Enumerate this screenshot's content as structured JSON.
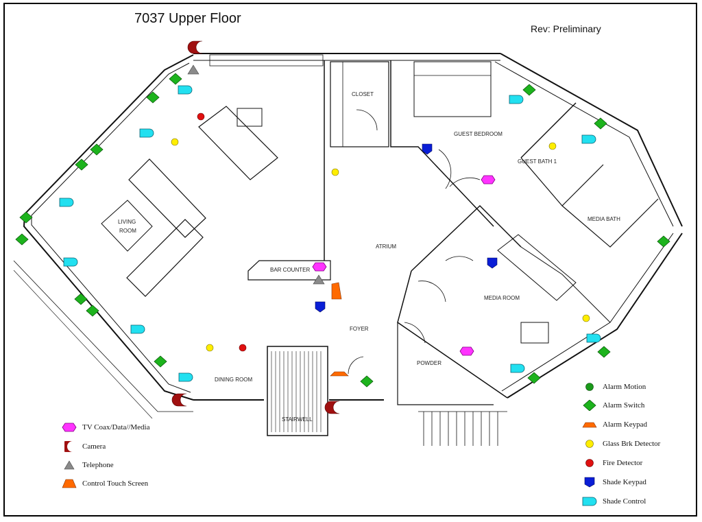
{
  "title": "7037 Upper Floor",
  "revision": "Rev: Preliminary",
  "rooms": {
    "living_room_1": "LIVING",
    "living_room_2": "ROOM",
    "closet": "CLOSET",
    "guest_bedroom": "GUEST BEDROOM",
    "guest_bath": "GUEST BATH 1",
    "media_bath": "MEDIA BATH",
    "atrium": "ATRIUM",
    "bar_counter": "BAR COUNTER",
    "media_room": "MEDIA ROOM",
    "foyer": "FOYER",
    "powder": "POWDER",
    "dining_room": "DINING ROOM",
    "stairwell": "STAIRWELL"
  },
  "legend_left": [
    {
      "label": "TV Coax/Data//Media",
      "icon": "tv-coax-icon",
      "color": "#ff33ff"
    },
    {
      "label": "Camera",
      "icon": "camera-icon",
      "color": "#a01010"
    },
    {
      "label": "Telephone",
      "icon": "telephone-icon",
      "color": "#8a8a8a"
    },
    {
      "label": "Control Touch Screen",
      "icon": "touch-screen-icon",
      "color": "#ff6a00"
    }
  ],
  "legend_right": [
    {
      "label": "Alarm Motion",
      "icon": "alarm-motion-icon",
      "color": "#1a9a1a"
    },
    {
      "label": "Alarm Switch",
      "icon": "alarm-switch-icon",
      "color": "#1db31d"
    },
    {
      "label": "Alarm Keypad",
      "icon": "alarm-keypad-icon",
      "color": "#ff6a00"
    },
    {
      "label": "Glass Brk Detector",
      "icon": "glass-break-icon",
      "color": "#ffee00"
    },
    {
      "label": "Fire Detector",
      "icon": "fire-detector-icon",
      "color": "#e01010"
    },
    {
      "label": "Shade Keypad",
      "icon": "shade-keypad-icon",
      "color": "#0a1ed6"
    },
    {
      "label": "Shade Control",
      "icon": "shade-control-icon",
      "color": "#22e0f0"
    }
  ]
}
